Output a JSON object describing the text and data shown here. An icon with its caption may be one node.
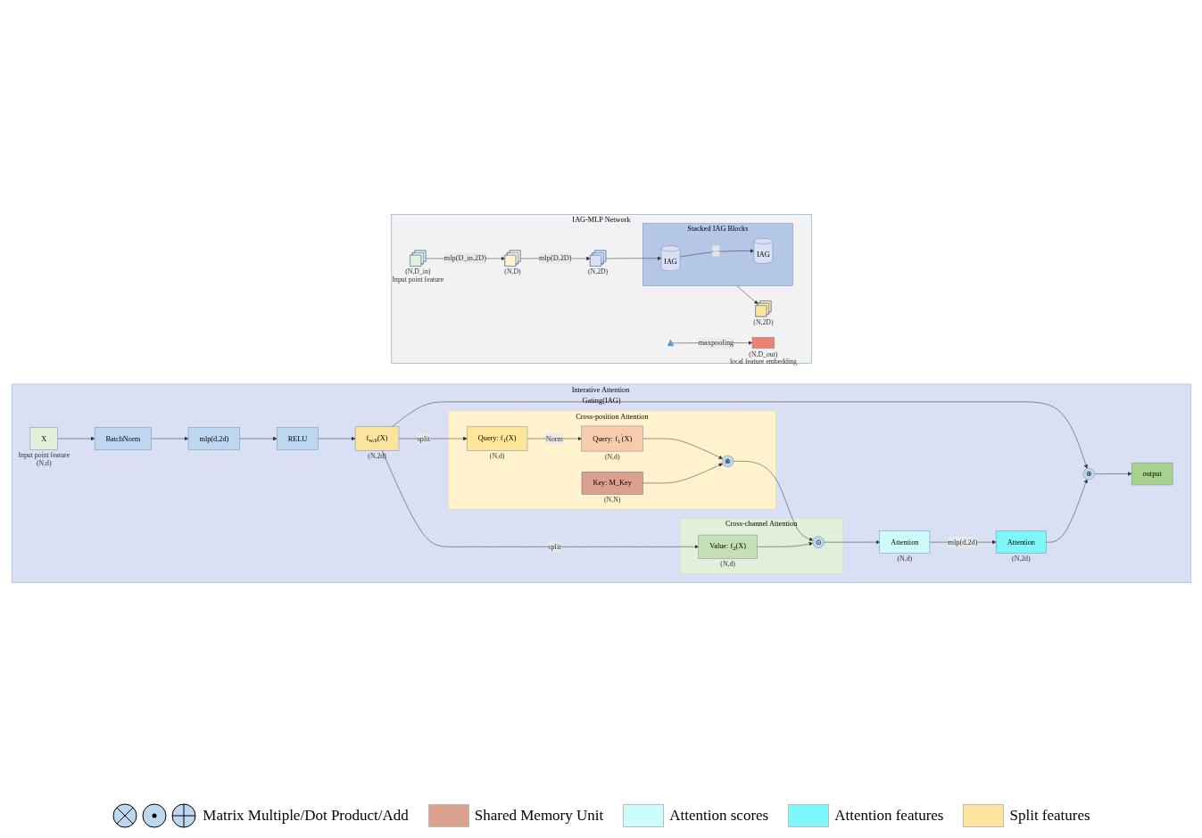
{
  "diagram": {
    "nodes": [
      {
        "text": [
          "Interative Attention Gating(IAG)"
        ]
      },
      {
        "text": [
          "X"
        ],
        "beside": [
          "Input point feature",
          "(N,d)"
        ],
        "in": 0
      },
      {
        "text": [
          "BatchNorm"
        ],
        "in": 0
      },
      {
        "text": [
          "mlp(d,2d)"
        ],
        "in": 0
      },
      {
        "text": [
          "RELU"
        ],
        "in": 0
      },
      {
        "text": [
          "f$_{w,b}$(X)"
        ],
        "beside": [
          "(N,2d)"
        ],
        "in": 0
      },
      {
        "text": [
          "Cross-position Attention"
        ],
        "in": 0
      },
      {
        "text": [
          "Query: f$_{1}$(X)"
        ],
        "beside": [
          "(N,d)"
        ],
        "in": 6
      },
      {
        "text": [
          "Query: f$_{1}$$^{'}$(X)"
        ],
        "beside": [
          "(N,d)"
        ],
        "in": 6
      },
      {
        "text": [
          "Key: M_Key"
        ],
        "beside": [
          "(N,N)"
        ],
        "in": 6
      },
      {
        "text": [
          "⊗"
        ],
        "in": 6
      },
      {
        "text": [
          "Cross-channel Attention"
        ],
        "in": 0
      },
      {
        "text": [
          "Value: f$_{2}$(X)"
        ],
        "beside": [
          "(N,d)"
        ],
        "in": 11
      },
      {
        "text": [
          "⊙"
        ],
        "in": 11
      },
      {
        "text": [
          "Attention"
        ],
        "beside": [
          "(N,d)"
        ],
        "in": 0
      },
      {
        "text": [
          "Attention"
        ],
        "beside": [
          "(N,2d)"
        ],
        "in": 0
      },
      {
        "text": [
          "⊕"
        ],
        "in": 0
      },
      {
        "text": [
          "output"
        ],
        "in": 0
      },
      {
        "text": [
          "IAG-MLP Network"
        ]
      },
      {
        "text": [],
        "shape": "stack",
        "beside": [
          "(N,D_in)",
          "Input point feature"
        ],
        "in": 18
      },
      {
        "text": [],
        "shape": "stack",
        "beside": [
          "(N,D)"
        ],
        "in": 18
      },
      {
        "text": [],
        "shape": "stack",
        "beside": [
          "(N,2D)"
        ],
        "in": 18
      },
      {
        "text": [
          "Stacked IAG Blocks"
        ],
        "in": 18
      },
      {
        "text": [
          "IAG"
        ],
        "in": 22
      },
      {
        "text": [
          "IAG"
        ],
        "in": 22
      },
      {
        "text": [],
        "shape": "stack",
        "beside": [
          "(N,2D)"
        ],
        "in": 18
      },
      {
        "text": [],
        "shape": "triangle",
        "in": 18
      },
      {
        "text": [],
        "shape": "bar",
        "beside": [
          "(N,D_out)",
          "local feature embedding"
        ],
        "in": 18
      }
    ],
    "edges": [
      {
        "from": 1,
        "to": 2,
        "arrow": "to"
      },
      {
        "from": 2,
        "to": 3,
        "arrow": "to"
      },
      {
        "from": 3,
        "to": 4,
        "arrow": "to"
      },
      {
        "from": 4,
        "to": 5,
        "arrow": "to"
      },
      {
        "from": 5,
        "to": 16,
        "arrow": "to"
      },
      {
        "from": 5,
        "to": 7,
        "arrow": "to",
        "label": "split"
      },
      {
        "from": 5,
        "to": 12,
        "arrow": "to",
        "label": "split"
      },
      {
        "from": 7,
        "to": 8,
        "arrow": "to",
        "label": "Norm"
      },
      {
        "from": 8,
        "to": 10,
        "arrow": "to"
      },
      {
        "from": 9,
        "to": 10,
        "arrow": "to"
      },
      {
        "from": 10,
        "to": 13,
        "arrow": "to"
      },
      {
        "from": 12,
        "to": 13,
        "arrow": "to"
      },
      {
        "from": 13,
        "to": 14,
        "arrow": "to"
      },
      {
        "from": 14,
        "to": 15,
        "arrow": "to",
        "label": "mlp(d,2d)"
      },
      {
        "from": 15,
        "to": 16,
        "arrow": "to"
      },
      {
        "from": 16,
        "to": 17,
        "arrow": "to"
      },
      {
        "from": 19,
        "to": 20,
        "arrow": "to",
        "label": "mlp(D_in,2D)"
      },
      {
        "from": 20,
        "to": 21,
        "arrow": "to",
        "label": "mlp(D,2D)"
      },
      {
        "from": 21,
        "to": 23,
        "arrow": "to"
      },
      {
        "from": 23,
        "to": 24,
        "arrow": "to",
        "label": "···"
      },
      {
        "from": 22,
        "to": 25,
        "arrow": "to"
      },
      {
        "from": 26,
        "to": 27,
        "arrow": "to",
        "label": "maxpooling"
      }
    ],
    "legend": [
      {
        "text": "Matrix Multiple/Dot Product/Add"
      },
      {
        "text": "Shared Memory Unit",
        "color": "#dca08e"
      },
      {
        "text": "Attention scores",
        "color": "#ccfcfc"
      },
      {
        "text": "Attention features",
        "color": "#7df7fa"
      },
      {
        "text": "Split features",
        "color": "#fde49c"
      }
    ]
  }
}
